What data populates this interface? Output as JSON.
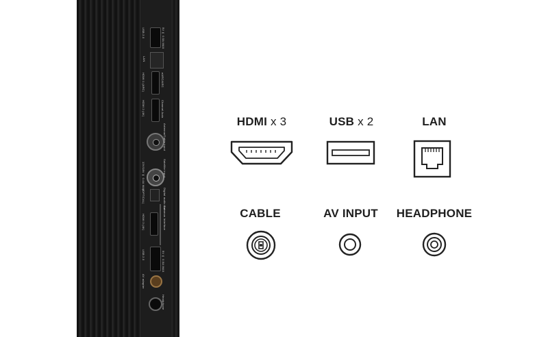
{
  "ports": [
    {
      "label": "HDMI",
      "multiplier": "x 3",
      "icon": "hdmi-port-icon"
    },
    {
      "label": "USB",
      "multiplier": "x 2",
      "icon": "usb-port-icon"
    },
    {
      "label": "LAN",
      "multiplier": "",
      "icon": "lan-port-icon"
    },
    {
      "label": "CABLE",
      "multiplier": "",
      "icon": "cable-port-icon"
    },
    {
      "label": "AV INPUT",
      "multiplier": "",
      "icon": "av-input-port-icon"
    },
    {
      "label": "HEADPHONE",
      "multiplier": "",
      "icon": "headphone-port-icon"
    }
  ],
  "panel_labels": {
    "usb1": "USB 2.0",
    "usb1_spec": "5V ⎓ 0.5A MAX",
    "lan": "LAN",
    "hdmi1": "HDMI 1 (ARC)",
    "hdmi1_sub": "eARC/ARC",
    "hdmi2": "HDMI 2 (4K)",
    "hdmi2_sub": "Channel Auto",
    "antenna": "Antenna/Cable input",
    "satellite": "Satellite input",
    "satellite_spec": "13V/18V ⎓ 0.4A MAX",
    "digital": "Digital audio out",
    "digital_sub": "(OPTICAL)",
    "common": "Common Interface",
    "hdmi3": "HDMI 3 (4K)",
    "usb2": "USB 2.0",
    "usb2_spec": "5V ⎓ 0.5A MAX",
    "av": "AV adapter",
    "headphone": "Headphone"
  }
}
